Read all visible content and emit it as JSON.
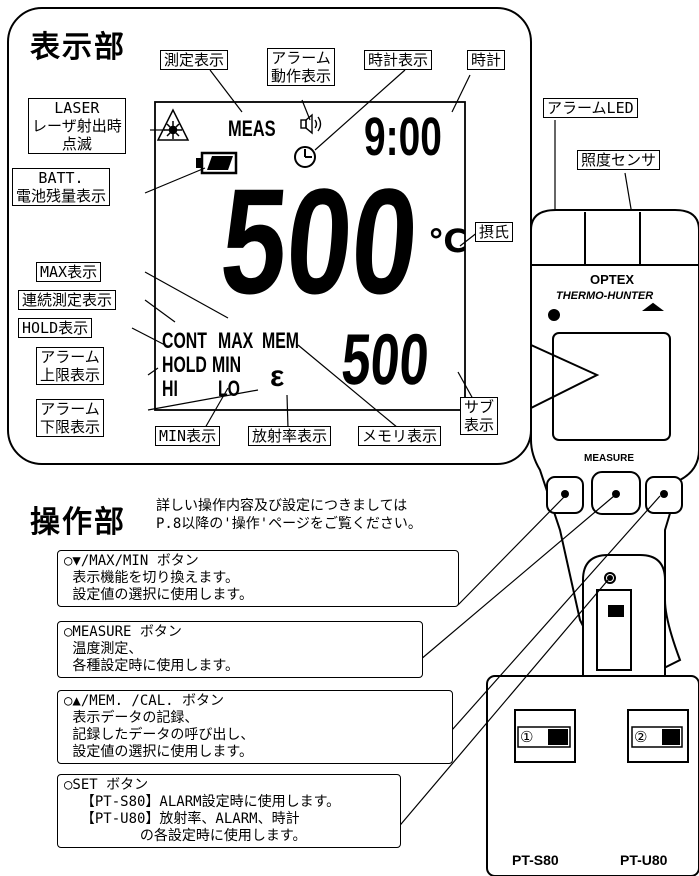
{
  "display_section": {
    "title": "表示部",
    "labels": {
      "meas_display": "測定表示",
      "alarm_action_1": "アラーム",
      "alarm_action_2": "動作表示",
      "clock_display": "時計表示",
      "clock": "時計",
      "alarm_led": "アラームLED",
      "light_sensor": "照度センサ",
      "laser_1": "LASER",
      "laser_2": "レーザ射出時",
      "laser_3": "点滅",
      "batt_1": "BATT.",
      "batt_2": "電池残量表示",
      "celsius": "摂氏",
      "max_display": "MAX表示",
      "cont_display": "連続測定表示",
      "hold_display": "HOLD表示",
      "alarm_upper_1": "アラーム",
      "alarm_upper_2": "上限表示",
      "alarm_lower_1": "アラーム",
      "alarm_lower_2": "下限表示",
      "min_display": "MIN表示",
      "emissivity_display": "放射率表示",
      "memory_display": "メモリ表示",
      "sub_display_1": "サブ",
      "sub_display_2": "表示"
    },
    "lcd": {
      "meas": "MEAS",
      "clock_value": "9:00",
      "main_value": "500",
      "unit": "℃",
      "cont": "CONT",
      "max": "MAX",
      "mem": "MEM",
      "hold": "HOLD",
      "min": "MIN",
      "hi": "HI",
      "lo": "LO",
      "epsilon": "ε",
      "sub_value": "500"
    }
  },
  "device": {
    "brand": "OPTEX",
    "model": "THERMO-HUNTER",
    "button_label": "MEASURE",
    "variant_left": "PT-S80",
    "variant_right": "PT-U80",
    "switch_left": "①",
    "switch_right": "②"
  },
  "operation_section": {
    "title": "操作部",
    "note_1": "詳しい操作内容及び設定につきましては",
    "note_2": "P.8以降の'操作'ページをご覧ください。",
    "buttons": [
      {
        "lines": [
          "○▼/MAX/MIN ボタン",
          " 表示機能を切り換えます。",
          " 設定値の選択に使用します。"
        ]
      },
      {
        "lines": [
          "○MEASURE ボタン",
          " 温度測定、",
          " 各種設定時に使用します。"
        ]
      },
      {
        "lines": [
          "○▲/MEM. /CAL. ボタン",
          " 表示データの記録、",
          " 記録したデータの呼び出し、",
          " 設定値の選択に使用します。"
        ]
      },
      {
        "lines": [
          "○SET ボタン",
          "  【PT-S80】ALARM設定時に使用します。",
          "  【PT-U80】放射率、ALARM、時計",
          "         の各設定時に使用します。"
        ]
      }
    ]
  }
}
